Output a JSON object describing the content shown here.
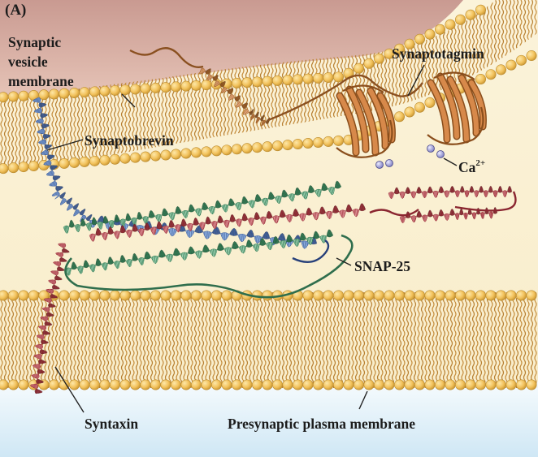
{
  "figure": {
    "panel_label": "(A)",
    "labels": {
      "vesicle_membrane_line1": "Synaptic",
      "vesicle_membrane_line2": "vesicle",
      "vesicle_membrane_line3": "membrane",
      "synaptotagmin": "Synaptotagmin",
      "synaptobrevin": "Synaptobrevin",
      "calcium": "Ca",
      "calcium_charge": "2+",
      "snap25": "SNAP-25",
      "syntaxin": "Syntaxin",
      "plasma_membrane": "Presynaptic plasma membrane"
    },
    "colors": {
      "vesicle_interior": "#d9b1a6",
      "cytosol": "#fbf1d4",
      "extracellular": "#dceef8",
      "lipid_head": "#f2c25c",
      "lipid_tail": "#c08a35",
      "synaptobrevin": "#6e8fc4",
      "syntaxin": "#b04048",
      "snap25": "#4f9a72",
      "synaptotagmin": "#c47a38",
      "calcium_ion": "#a6a6dc"
    }
  }
}
